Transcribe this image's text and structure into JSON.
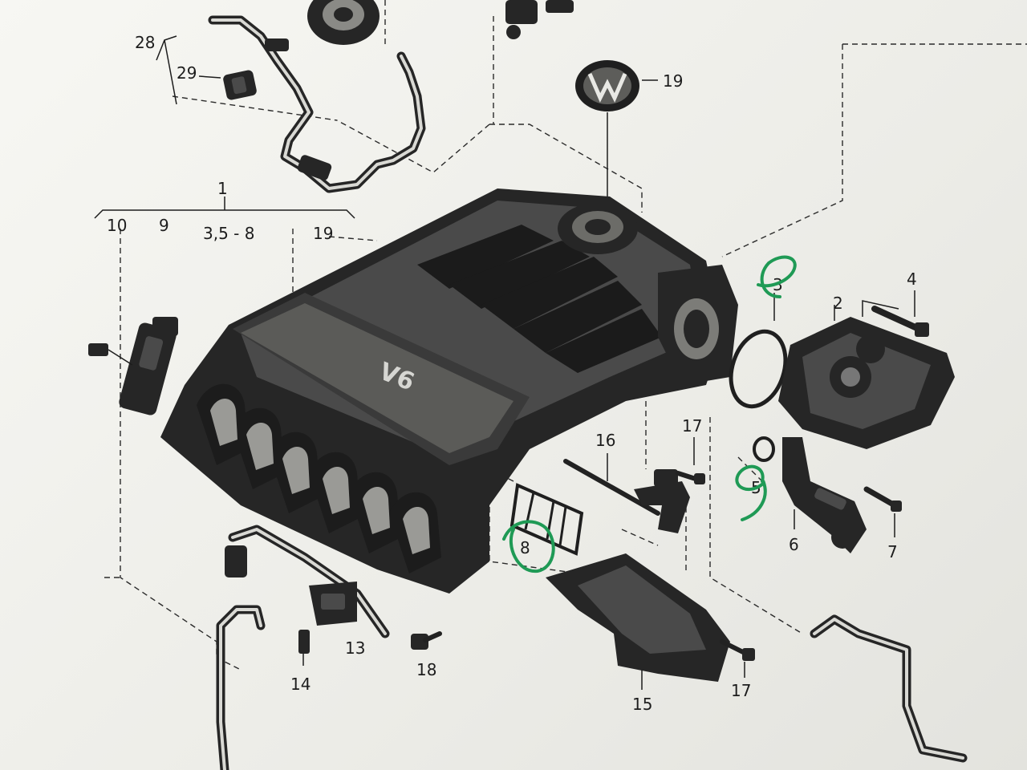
{
  "labels": {
    "l1": "1",
    "l2": "2",
    "l3": "3",
    "l4": "4",
    "l5": "5",
    "l6": "6",
    "l7": "7",
    "l8": "8",
    "l9": "9",
    "l10": "10",
    "l13": "13",
    "l14": "14",
    "l15": "15",
    "l16": "16",
    "l17a": "17",
    "l17b": "17",
    "l18": "18",
    "l19a": "19",
    "l19b": "19",
    "l28": "28",
    "l29": "29",
    "l3_5_8": "3,5 - 8"
  },
  "engraving": "V6",
  "annotations": {
    "green_e": "e",
    "green_9": "9"
  },
  "colors": {
    "ink": "#262626",
    "annotation_green": "#1f9a55",
    "paper": "#f3f3ef"
  }
}
